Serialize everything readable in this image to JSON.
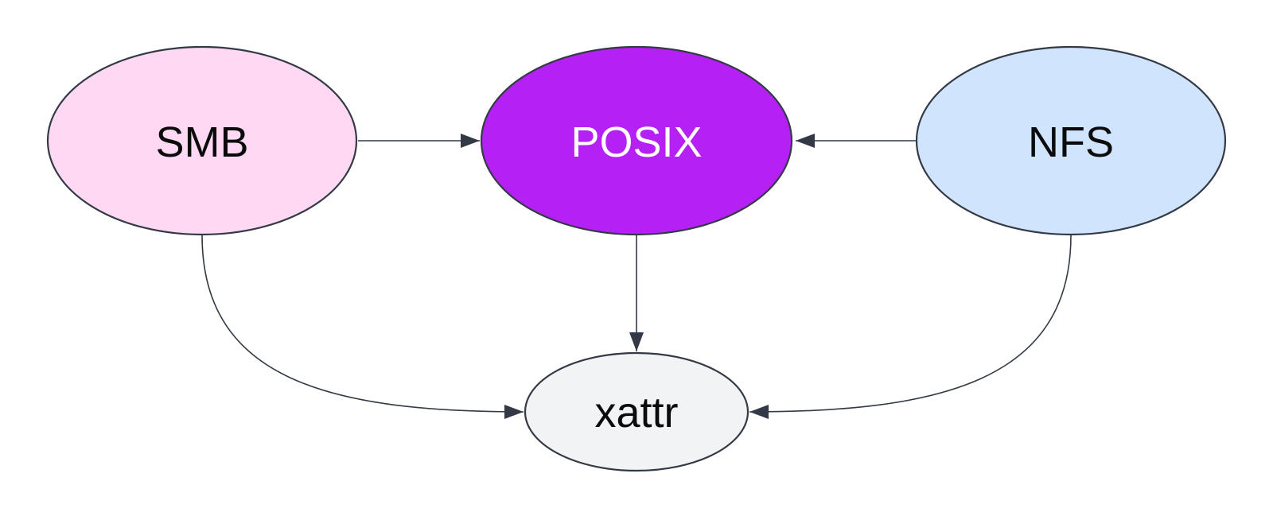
{
  "nodes": {
    "smb": {
      "label": "SMB",
      "fill": "#ffd8f4",
      "text_color": "#0b0b0b"
    },
    "posix": {
      "label": "POSIX",
      "fill": "#b521f5",
      "text_color": "#ffffff"
    },
    "nfs": {
      "label": "NFS",
      "fill": "#d0e4fd",
      "text_color": "#0b0b0b"
    },
    "xattr": {
      "label": "xattr",
      "fill": "#f2f3f5",
      "text_color": "#0b0b0b"
    }
  },
  "edges": [
    {
      "from": "SMB",
      "to": "POSIX"
    },
    {
      "from": "NFS",
      "to": "POSIX"
    },
    {
      "from": "POSIX",
      "to": "xattr"
    },
    {
      "from": "SMB",
      "to": "xattr"
    },
    {
      "from": "NFS",
      "to": "xattr"
    }
  ],
  "colors": {
    "stroke": "#333a45",
    "background": "#ffffff"
  }
}
